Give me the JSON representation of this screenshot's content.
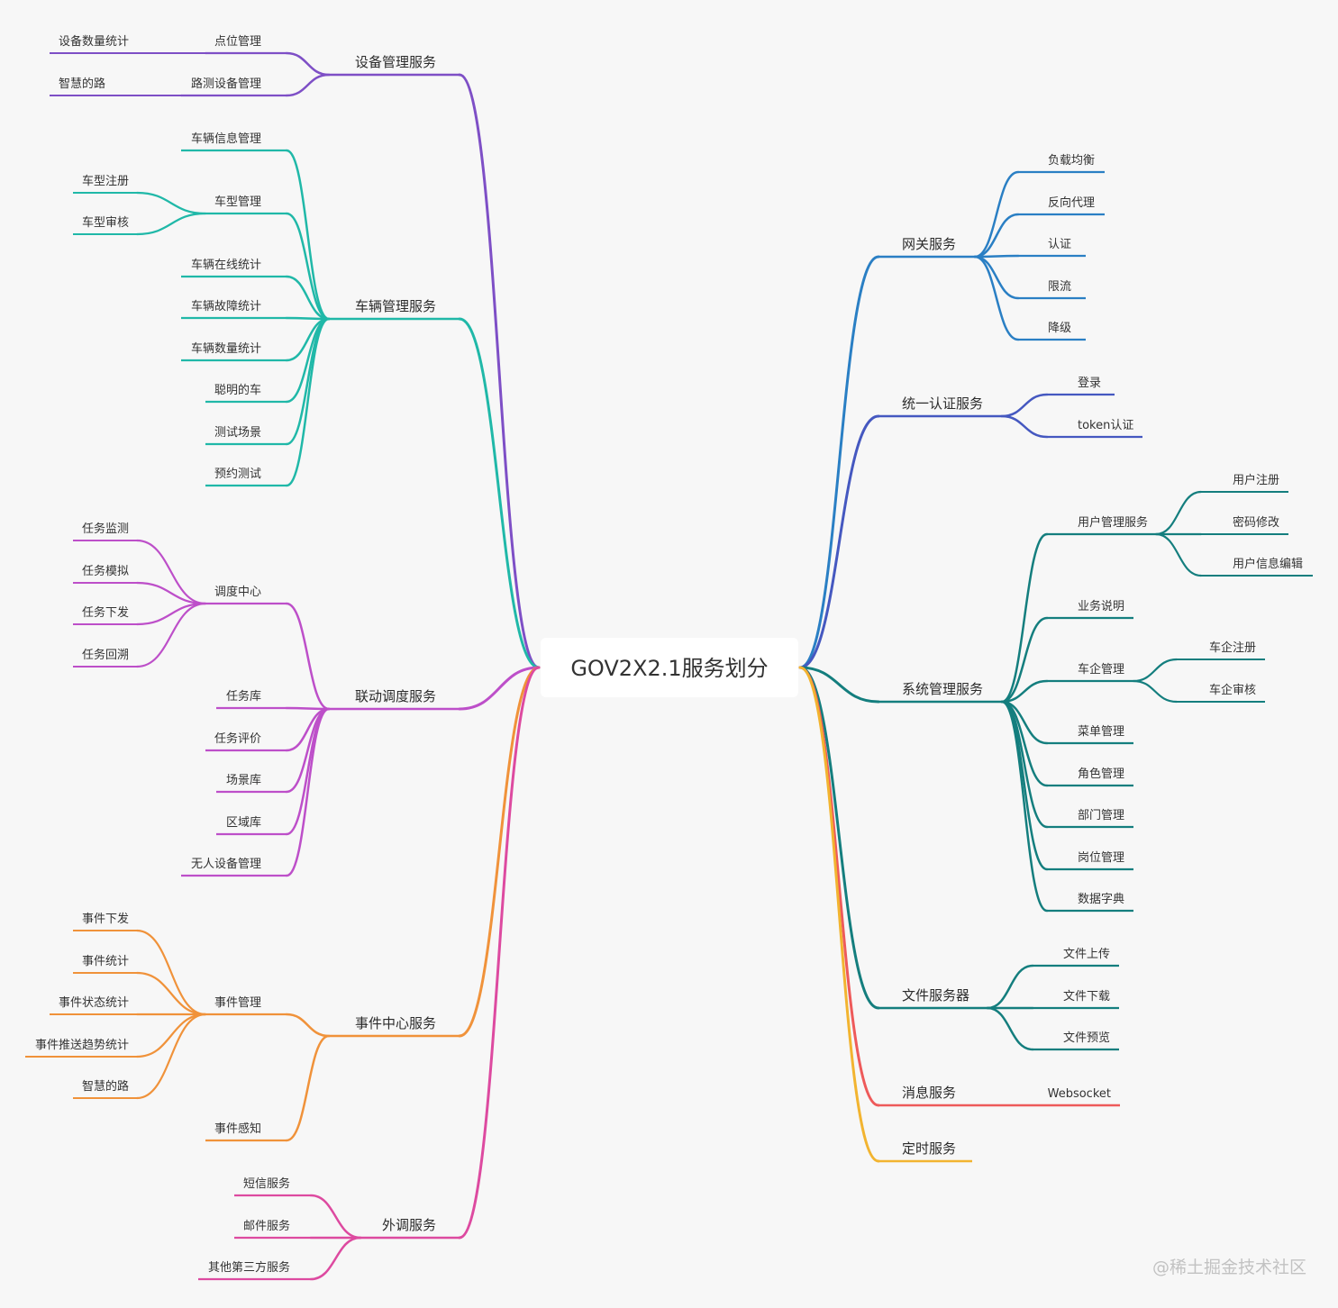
{
  "root": {
    "label": "GOV2X2.1服务划分"
  },
  "watermark": "@稀土掘金技术社区",
  "left_branches": [
    {
      "label": "设备管理服务",
      "color": "#7e4fc6",
      "children": [
        {
          "label": "点位管理",
          "children": [
            {
              "label": "设备数量统计"
            }
          ]
        },
        {
          "label": "路测设备管理",
          "children": [
            {
              "label": "智慧的路"
            }
          ]
        }
      ]
    },
    {
      "label": "车辆管理服务",
      "color": "#20b8a8",
      "children": [
        {
          "label": "车辆信息管理"
        },
        {
          "label": "车型管理",
          "children": [
            {
              "label": "车型注册"
            },
            {
              "label": "车型审核"
            }
          ]
        },
        {
          "label": "车辆在线统计"
        },
        {
          "label": "车辆故障统计"
        },
        {
          "label": "车辆数量统计"
        },
        {
          "label": "聪明的车"
        },
        {
          "label": "测试场景"
        },
        {
          "label": "预约测试"
        }
      ]
    },
    {
      "label": "联动调度服务",
      "color": "#bd4fc9",
      "children": [
        {
          "label": "调度中心",
          "children": [
            {
              "label": "任务监测"
            },
            {
              "label": "任务模拟"
            },
            {
              "label": "任务下发"
            },
            {
              "label": "任务回溯"
            }
          ]
        },
        {
          "label": "任务库"
        },
        {
          "label": "任务评价"
        },
        {
          "label": "场景库"
        },
        {
          "label": "区域库"
        },
        {
          "label": "无人设备管理"
        }
      ]
    },
    {
      "label": "事件中心服务",
      "color": "#f0923a",
      "children": [
        {
          "label": "事件管理",
          "children": [
            {
              "label": "事件下发"
            },
            {
              "label": "事件统计"
            },
            {
              "label": "事件状态统计"
            },
            {
              "label": "事件推送趋势统计"
            },
            {
              "label": "智慧的路"
            }
          ]
        },
        {
          "label": "事件感知"
        }
      ]
    },
    {
      "label": "外调服务",
      "color": "#dd4aa0",
      "children": [
        {
          "label": "短信服务"
        },
        {
          "label": "邮件服务"
        },
        {
          "label": "其他第三方服务"
        }
      ]
    }
  ],
  "right_branches": [
    {
      "label": "网关服务",
      "color": "#2a7fc4",
      "children": [
        {
          "label": "负载均衡"
        },
        {
          "label": "反向代理"
        },
        {
          "label": "认证"
        },
        {
          "label": "限流"
        },
        {
          "label": "降级"
        }
      ]
    },
    {
      "label": "统一认证服务",
      "color": "#4558c0",
      "children": [
        {
          "label": "登录"
        },
        {
          "label": "token认证"
        }
      ]
    },
    {
      "label": "系统管理服务",
      "color": "#147e7e",
      "children": [
        {
          "label": "用户管理服务",
          "children": [
            {
              "label": "用户注册"
            },
            {
              "label": "密码修改"
            },
            {
              "label": "用户信息编辑"
            }
          ]
        },
        {
          "label": "业务说明"
        },
        {
          "label": "车企管理",
          "children": [
            {
              "label": "车企注册"
            },
            {
              "label": "车企审核"
            }
          ]
        },
        {
          "label": "菜单管理"
        },
        {
          "label": "角色管理"
        },
        {
          "label": "部门管理"
        },
        {
          "label": "岗位管理"
        },
        {
          "label": "数据字典"
        }
      ]
    },
    {
      "label": "文件服务器",
      "color": "#147e7e",
      "children": [
        {
          "label": "文件上传"
        },
        {
          "label": "文件下载"
        },
        {
          "label": "文件预览"
        }
      ]
    },
    {
      "label": "消息服务",
      "color": "#ee5a5a",
      "children": [
        {
          "label": "Websocket"
        }
      ]
    },
    {
      "label": "定时服务",
      "color": "#f2b430",
      "children": []
    }
  ]
}
